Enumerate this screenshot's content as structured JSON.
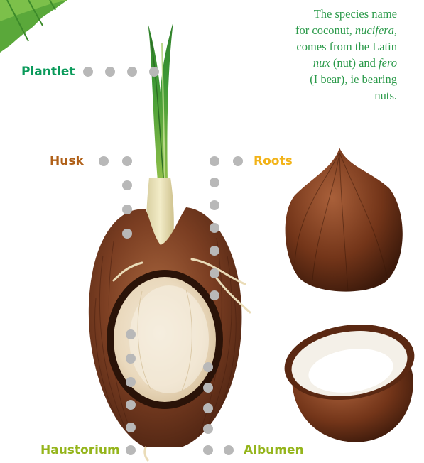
{
  "colors": {
    "plantlet_label": "#0a9a5a",
    "husk_label": "#b06018",
    "roots_label": "#f2b318",
    "haustorium_label": "#95b51c",
    "albumen_label": "#95b51c",
    "leader_dots": "#b8b8b8",
    "caption_text": "#2b9a4a"
  },
  "labels": {
    "plantlet": "Plantlet",
    "husk": "Husk",
    "roots": "Roots",
    "haustorium": "Haustorium",
    "albumen": "Albumen"
  },
  "caption": {
    "line1": "The species name",
    "line2_pre": "for coconut, ",
    "line2_em": "nucifera,",
    "line3": "comes from the Latin",
    "line4_em1": "nux",
    "line4_mid": " (nut) and ",
    "line4_em2": "fero",
    "line5": "(I bear), ie bearing",
    "line6": "nuts."
  },
  "figures": {
    "germinating_coconut": "Germinating coconut cross-section",
    "whole_nut": "Whole coconut",
    "halved_nut": "Halved coconut"
  }
}
